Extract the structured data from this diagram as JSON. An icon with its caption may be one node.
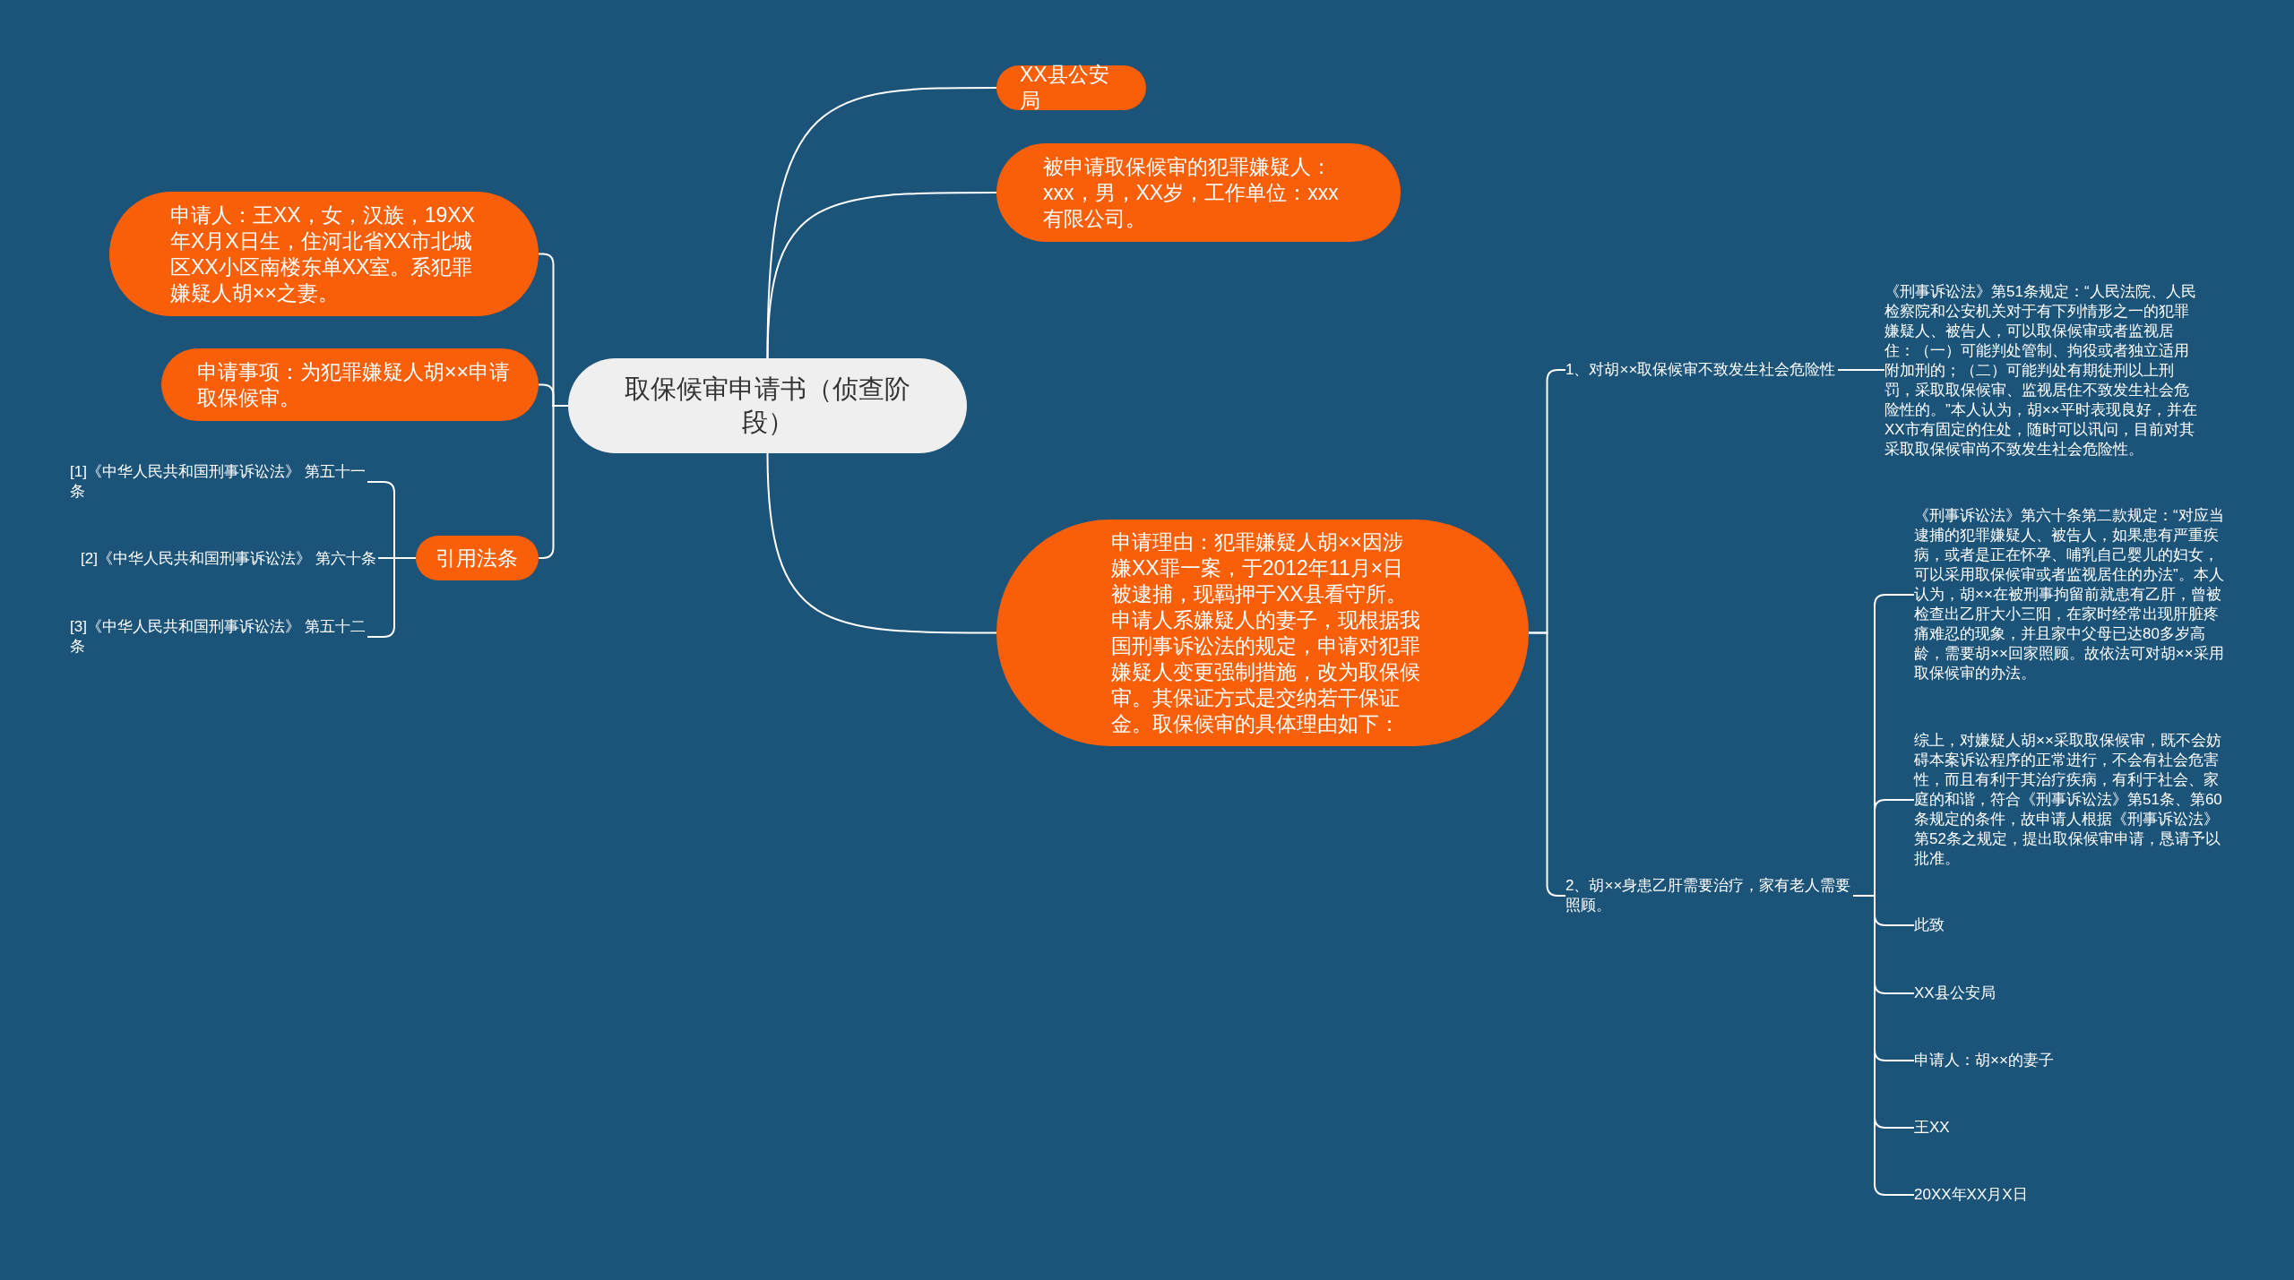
{
  "diagram": {
    "nodes": [
      {
        "text": [
          "取保候审申请书（侦查阶段）"
        ]
      },
      {
        "text": [
          "XX县公安局"
        ]
      },
      {
        "text": [
          "被申请取保候审的犯罪嫌疑人：xxx，男，XX岁，工作单位：xxx有限公司。"
        ]
      },
      {
        "text": [
          "申请人：王XX，女，汉族，19XX年X月X日生，住河北省XX市北城区XX小区南楼东单XX室。系犯罪嫌疑人胡××之妻。"
        ]
      },
      {
        "text": [
          "申请事项：为犯罪嫌疑人胡××申请取保候审。"
        ]
      },
      {
        "text": [
          "引用法条"
        ]
      },
      {
        "text": [
          "[1]《中华人民共和国刑事诉讼法》 第五十一条"
        ]
      },
      {
        "text": [
          "[2]《中华人民共和国刑事诉讼法》 第六十条"
        ]
      },
      {
        "text": [
          "[3]《中华人民共和国刑事诉讼法》 第五十二条"
        ]
      },
      {
        "text": [
          "申请理由：犯罪嫌疑人胡××因涉嫌XX罪一案，于2012年11月×日被逮捕，现羁押于XX县看守所。申请人系嫌疑人的妻子，现根据我国刑事诉讼法的规定，申请对犯罪嫌疑人变更强制措施，改为取保候审。其保证方式是交纳若干保证金。取保候审的具体理由如下："
        ]
      },
      {
        "text": [
          "1、对胡××取保候审不致发生社会危险性"
        ]
      },
      {
        "text": [
          "《刑事诉讼法》第51条规定：“人民法院、人民检察院和公安机关对于有下列情形之一的犯罪嫌疑人、被告人，可以取保候审或者监视居住：（一）可能判处管制、拘役或者独立适用附加刑的；（二）可能判处有期徒刑以上刑罚，采取取保候审、监视居住不致发生社会危险性的。”本人认为，胡××平时表现良好，并在XX市有固定的住处，随时可以讯问，目前对其采取取保候审尚不致发生社会危险性。"
        ]
      },
      {
        "text": [
          "2、胡××身患乙肝需要治疗，家有老人需要照顾。"
        ]
      },
      {
        "text": [
          "《刑事诉讼法》第六十条第二款规定：“对应当逮捕的犯罪嫌疑人、被告人，如果患有严重疾病，或者是正在怀孕、哺乳自己婴儿的妇女，可以采用取保候审或者监视居住的办法”。本人认为，胡××在被刑事拘留前就患有乙肝，曾被检查出乙肝大小三阳，在家时经常出现肝脏疼痛难忍的现象，并且家中父母已达80多岁高龄，需要胡××回家照顾。故依法可对胡××采用取保候审的办法。"
        ]
      },
      {
        "text": [
          "综上，对嫌疑人胡××采取取保候审，既不会妨碍本案诉讼程序的正常进行，不会有社会危害性，而且有利于其治疗疾病，有利于社会、家庭的和谐，符合《刑事诉讼法》第51条、第60条规定的条件，故申请人根据《刑事诉讼法》第52条之规定，提出取保候审申请，恳请予以批准。"
        ]
      },
      {
        "text": [
          "此致"
        ]
      },
      {
        "text": [
          "XX县公安局"
        ]
      },
      {
        "text": [
          "申请人：胡××的妻子"
        ]
      },
      {
        "text": [
          "王XX"
        ]
      },
      {
        "text": [
          "20XX年XX月X日"
        ]
      }
    ],
    "edges": [
      {
        "from": 0,
        "to": 1,
        "arrow": "none"
      },
      {
        "from": 0,
        "to": 2,
        "arrow": "none"
      },
      {
        "from": 0,
        "to": 3,
        "arrow": "none"
      },
      {
        "from": 0,
        "to": 4,
        "arrow": "none"
      },
      {
        "from": 0,
        "to": 5,
        "arrow": "none"
      },
      {
        "from": 5,
        "to": 6,
        "arrow": "none"
      },
      {
        "from": 5,
        "to": 7,
        "arrow": "none"
      },
      {
        "from": 5,
        "to": 8,
        "arrow": "none"
      },
      {
        "from": 0,
        "to": 9,
        "arrow": "none"
      },
      {
        "from": 9,
        "to": 10,
        "arrow": "none"
      },
      {
        "from": 10,
        "to": 11,
        "arrow": "none"
      },
      {
        "from": 9,
        "to": 12,
        "arrow": "none"
      },
      {
        "from": 12,
        "to": 13,
        "arrow": "none"
      },
      {
        "from": 12,
        "to": 14,
        "arrow": "none"
      },
      {
        "from": 12,
        "to": 15,
        "arrow": "none"
      },
      {
        "from": 12,
        "to": 16,
        "arrow": "none"
      },
      {
        "from": 12,
        "to": 17,
        "arrow": "none"
      },
      {
        "from": 12,
        "to": 18,
        "arrow": "none"
      },
      {
        "from": 12,
        "to": 19,
        "arrow": "none"
      }
    ]
  }
}
